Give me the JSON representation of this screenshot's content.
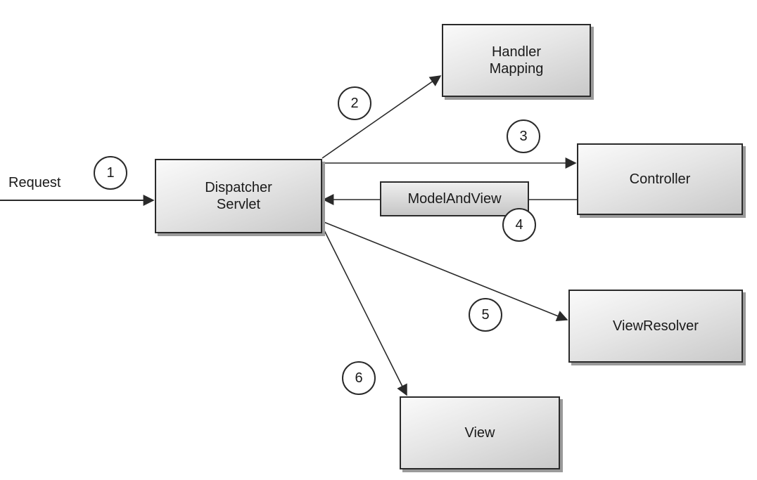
{
  "request_label": "Request",
  "components": {
    "dispatcher": "Dispatcher\nServlet",
    "handler_mapping": "Handler\nMapping",
    "controller": "Controller",
    "view_resolver": "ViewResolver",
    "view": "View"
  },
  "return_label": "ModelAndView",
  "steps": [
    "1",
    "2",
    "3",
    "4",
    "5",
    "6"
  ],
  "colors": {
    "stroke": "#2a2a2a",
    "box_fill_light": "#fafafa",
    "box_fill_dark": "#c9c9c9"
  }
}
